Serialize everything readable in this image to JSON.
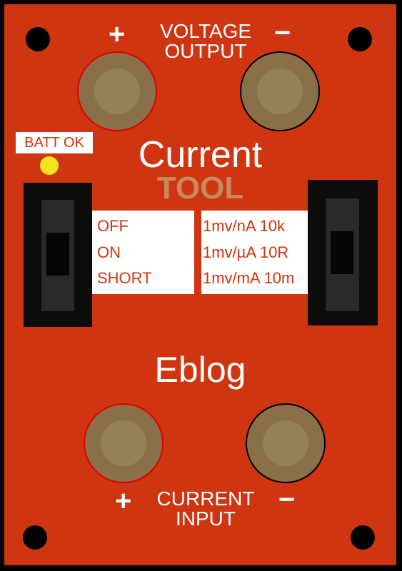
{
  "voltage_output": {
    "label": "VOLTAGE\nOUTPUT",
    "plus": "+",
    "minus": "−"
  },
  "battery": {
    "label": "BATT OK",
    "led_color": "#f5e31b"
  },
  "title": {
    "line1": "Current",
    "line2": "TOOL"
  },
  "mode_switch": {
    "options": [
      "OFF",
      "ON",
      "SHORT"
    ]
  },
  "range_switch": {
    "options": [
      "1mv/nA 10k",
      "1mv/µA 10R",
      "1mv/mA 10m"
    ]
  },
  "brand": "Eblog",
  "current_input": {
    "label": "CURRENT\nINPUT",
    "plus": "+",
    "minus": "−"
  },
  "colors": {
    "board": "#cf3511",
    "post": "#8a7048",
    "tool": "#c8895d"
  }
}
